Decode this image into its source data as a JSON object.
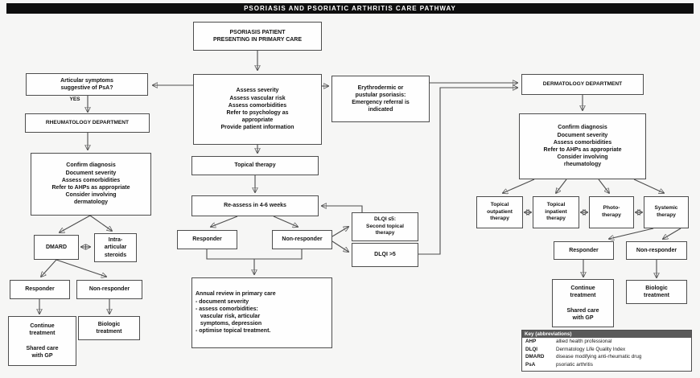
{
  "title": "PSORIASIS AND PSORIATIC ARTHRITIS CARE PATHWAY",
  "nodes": {
    "primary_care": "PSORIASIS PATIENT\nPRESENTING IN PRIMARY CARE",
    "articular": "Articular symptoms\nsuggestive of PsA?",
    "yes_label": "YES",
    "rheumatology": "RHEUMATOLOGY DEPARTMENT",
    "rheum_actions": "Confirm diagnosis\nDocument severity\nAssess comorbidities\nRefer to AHPs as appropriate\nConsider involving\ndermatology",
    "dmard": "DMARD",
    "steroids": "Intra-\narticular\nsteroids",
    "left_responder": "Responder",
    "left_nonresponder": "Non-responder",
    "left_continue": "Continue\ntreatment\n\nShared care\nwith GP",
    "left_biologic": "Biologic\ntreatment",
    "assess": "Assess severity\nAssess vascular risk\nAssess comorbidities\nRefer to psychology as\nappropriate\nProvide patient information",
    "emergency": "Erythrodermic or\npustular psoriasis:\nEmergency referral is\nindicated",
    "topical": "Topical therapy",
    "reassess": "Re-assess in 4-6 weeks",
    "centre_responder": "Responder",
    "centre_nonresponder": "Non-responder",
    "dlqi_le5": "DLQI ≤5:\nSecond topical\ntherapy",
    "dlqi_gt5": "DLQI >5",
    "annual_review": "Annual review in primary care\n- document severity\n- assess comorbidities:\n   vascular risk, articular\n   symptoms, depression\n- optimise topical treatment.",
    "dermatology": "DERMATOLOGY DEPARTMENT",
    "derm_actions": "Confirm diagnosis\nDocument severity\nAssess comorbidities\nRefer to AHPs as appropriate\nConsider involving\nrheumatology",
    "topical_outpatient": "Topical\noutpatient\ntherapy",
    "topical_inpatient": "Topical\ninpatient\ntherapy",
    "phototherapy": "Photo-\ntherapy",
    "systemic": "Systemic\ntherapy",
    "right_responder": "Responder",
    "right_nonresponder": "Non-responder",
    "right_continue": "Continue\ntreatment\n\nShared care\nwith GP",
    "right_biologic": "Biologic\ntreatment"
  },
  "legend": {
    "header": "Key (abbreviations)",
    "rows": [
      {
        "abbr": "AHP",
        "def": "allied health professional"
      },
      {
        "abbr": "DLQI",
        "def": "Dermatology Life Quality Index"
      },
      {
        "abbr": "DMARD",
        "def": "disease modifying anti-rheumatic drug"
      },
      {
        "abbr": "PsA",
        "def": "psoriatic arthritis"
      }
    ]
  }
}
